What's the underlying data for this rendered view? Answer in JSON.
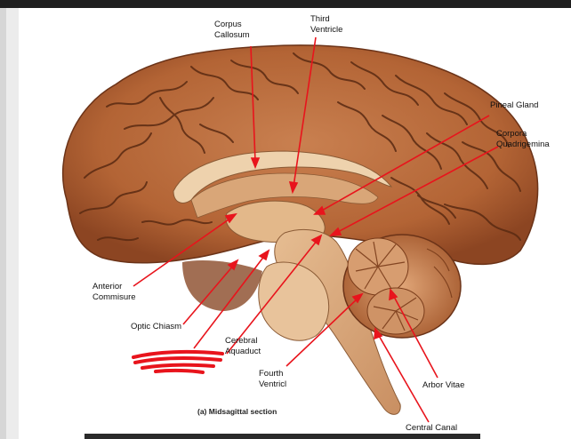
{
  "labels": {
    "corpus_callosum": "Corpus\nCallosum",
    "third_ventricle": "Third\nVentricle",
    "pineal_gland": "Pineal Gland",
    "corpora_quadrigemina": "Corpora\nQuadrigemina",
    "anterior_commisure": "Anterior\nCommisure",
    "optic_chiasm": "Optic Chiasm",
    "cerebral_aquaduct": "Cerebral\nAquaduct",
    "fourth_ventricle": "Fourth\nVentricl",
    "arbor_vitae": "Arbor Vitae",
    "central_canal": "Central Canal"
  },
  "caption": "(a) Midsagittal section",
  "colors": {
    "pointer": "#e8141c",
    "scribble": "#e8141c",
    "cortex": "#b86a3c",
    "sulcus": "#5a2a12",
    "white_matter": "#e7c49a"
  }
}
